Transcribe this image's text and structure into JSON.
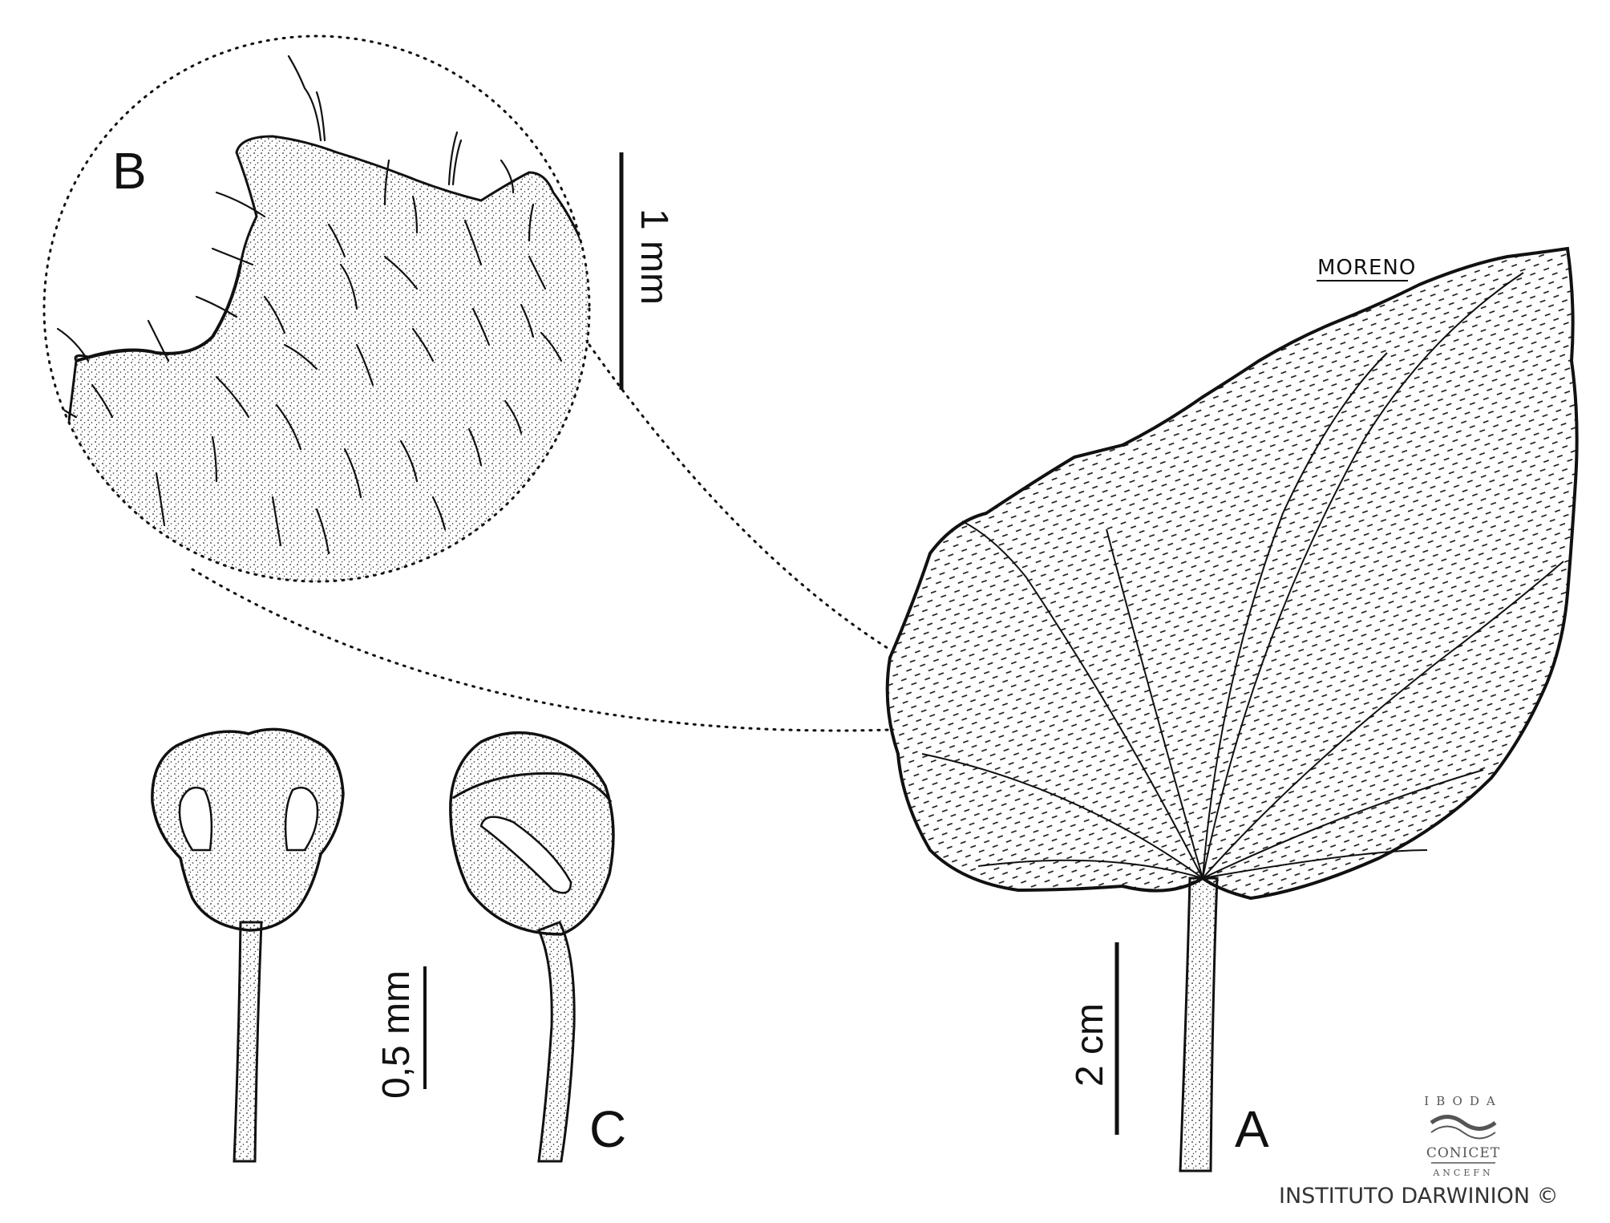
{
  "figure": {
    "panels": {
      "A": "A",
      "B": "B",
      "C": "C"
    },
    "scale_bars": {
      "B": "1 mm",
      "A": "2 cm",
      "C": "0,5 mm"
    },
    "artist_signature": "MORENO",
    "logo": {
      "top": "IBODA",
      "middle": "CONICET",
      "bottom": "ANCEFN"
    },
    "credit": "INSTITUTO DARWINION ©"
  },
  "colors": {
    "ink": "#111111",
    "background": "#ffffff",
    "credit_grey": "#444444"
  }
}
